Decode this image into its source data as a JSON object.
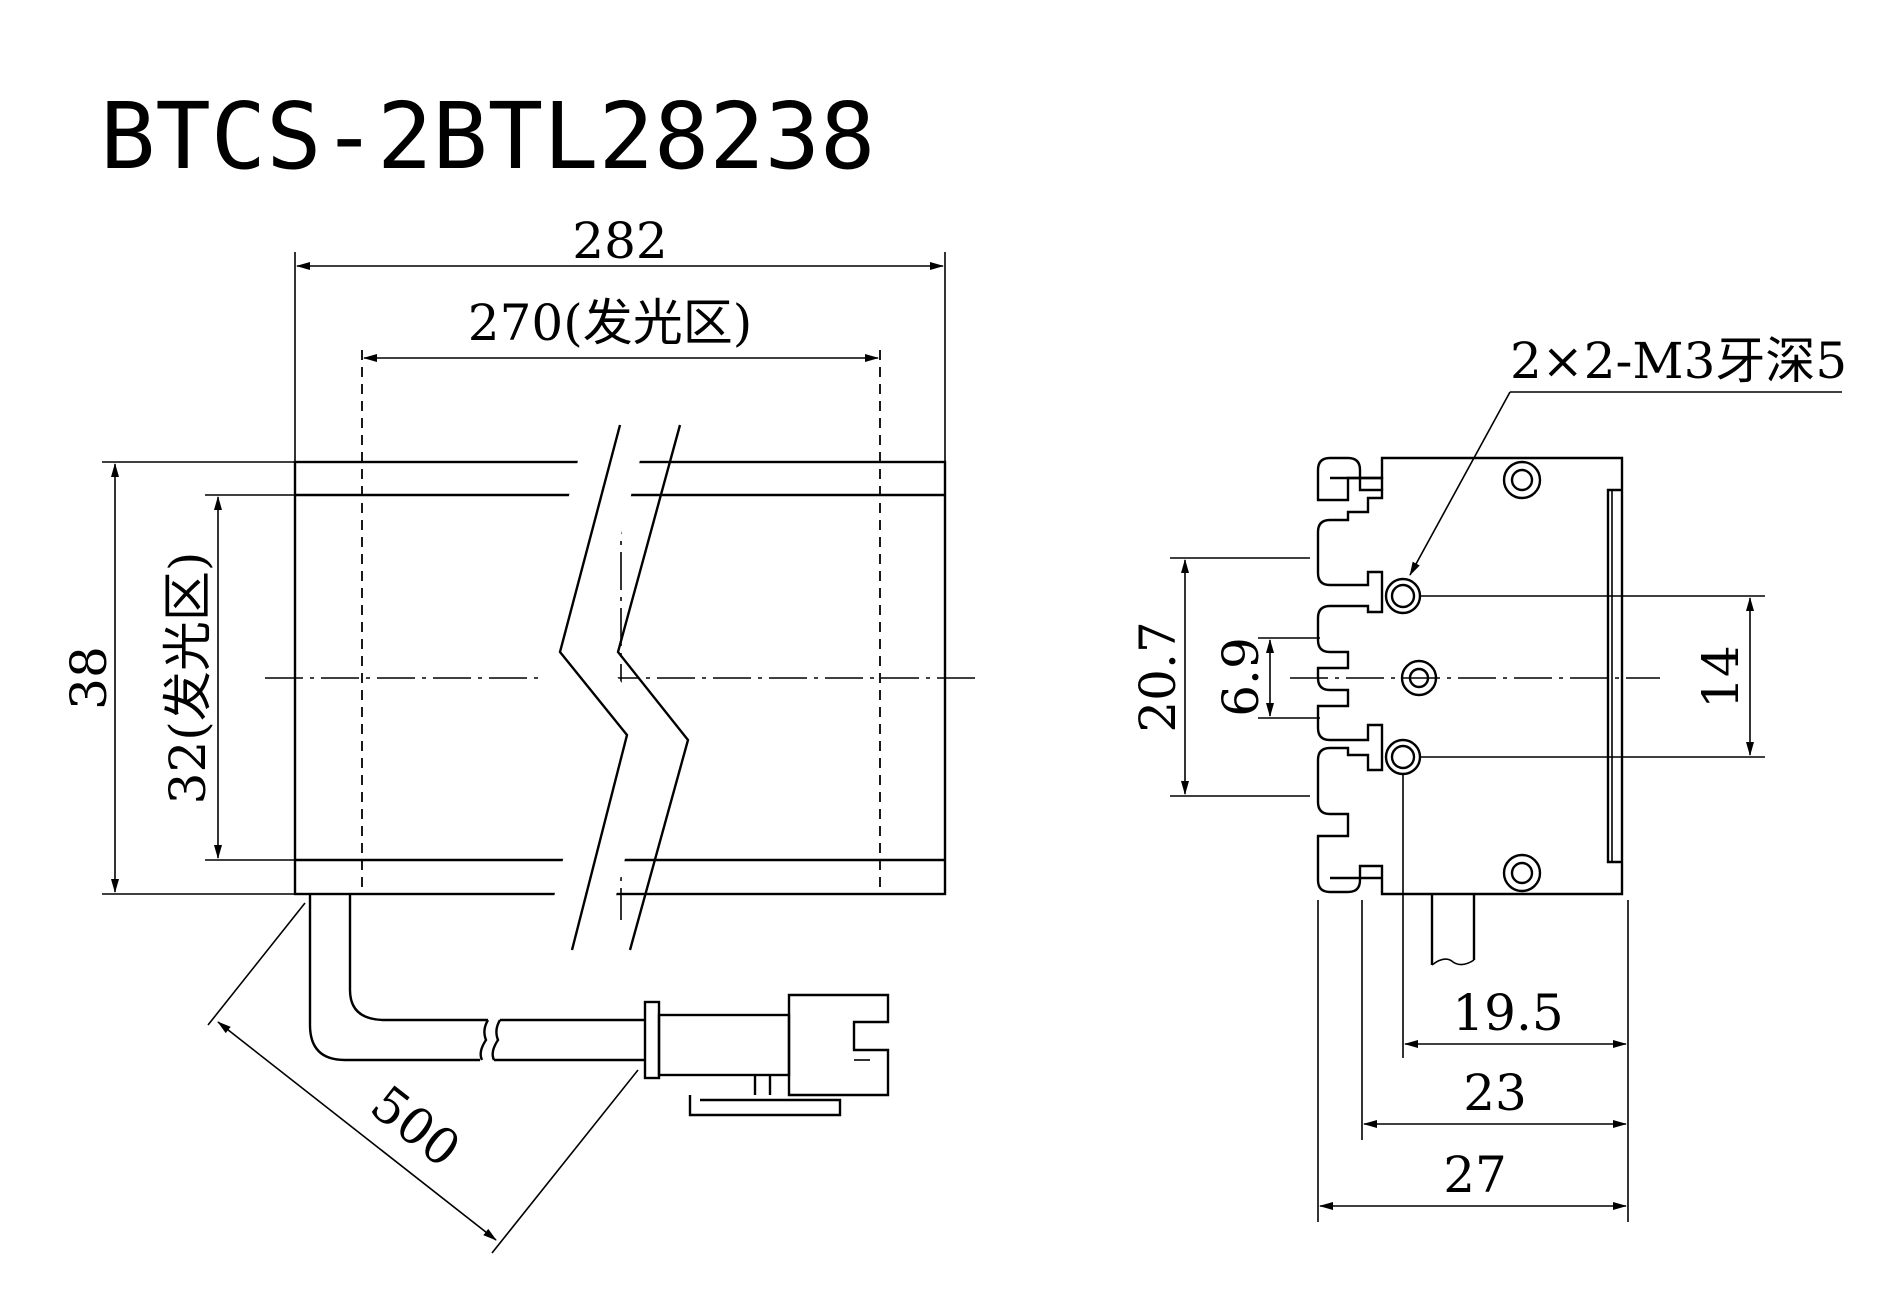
{
  "title": "BTCS-2BTL28238",
  "front_view": {
    "overall_length": "282",
    "emitting_length": "270(发光区)",
    "overall_height": "38",
    "emitting_height": "32(发光区)",
    "cable_length": "500"
  },
  "side_view": {
    "thread_callout": "2×2-M3牙深5",
    "dim_outer_slots": "20.7",
    "dim_inner_slots": "6.9",
    "dim_hole_spacing": "14",
    "dim_width_a": "19.5",
    "dim_width_b": "23",
    "dim_width_c": "27"
  }
}
